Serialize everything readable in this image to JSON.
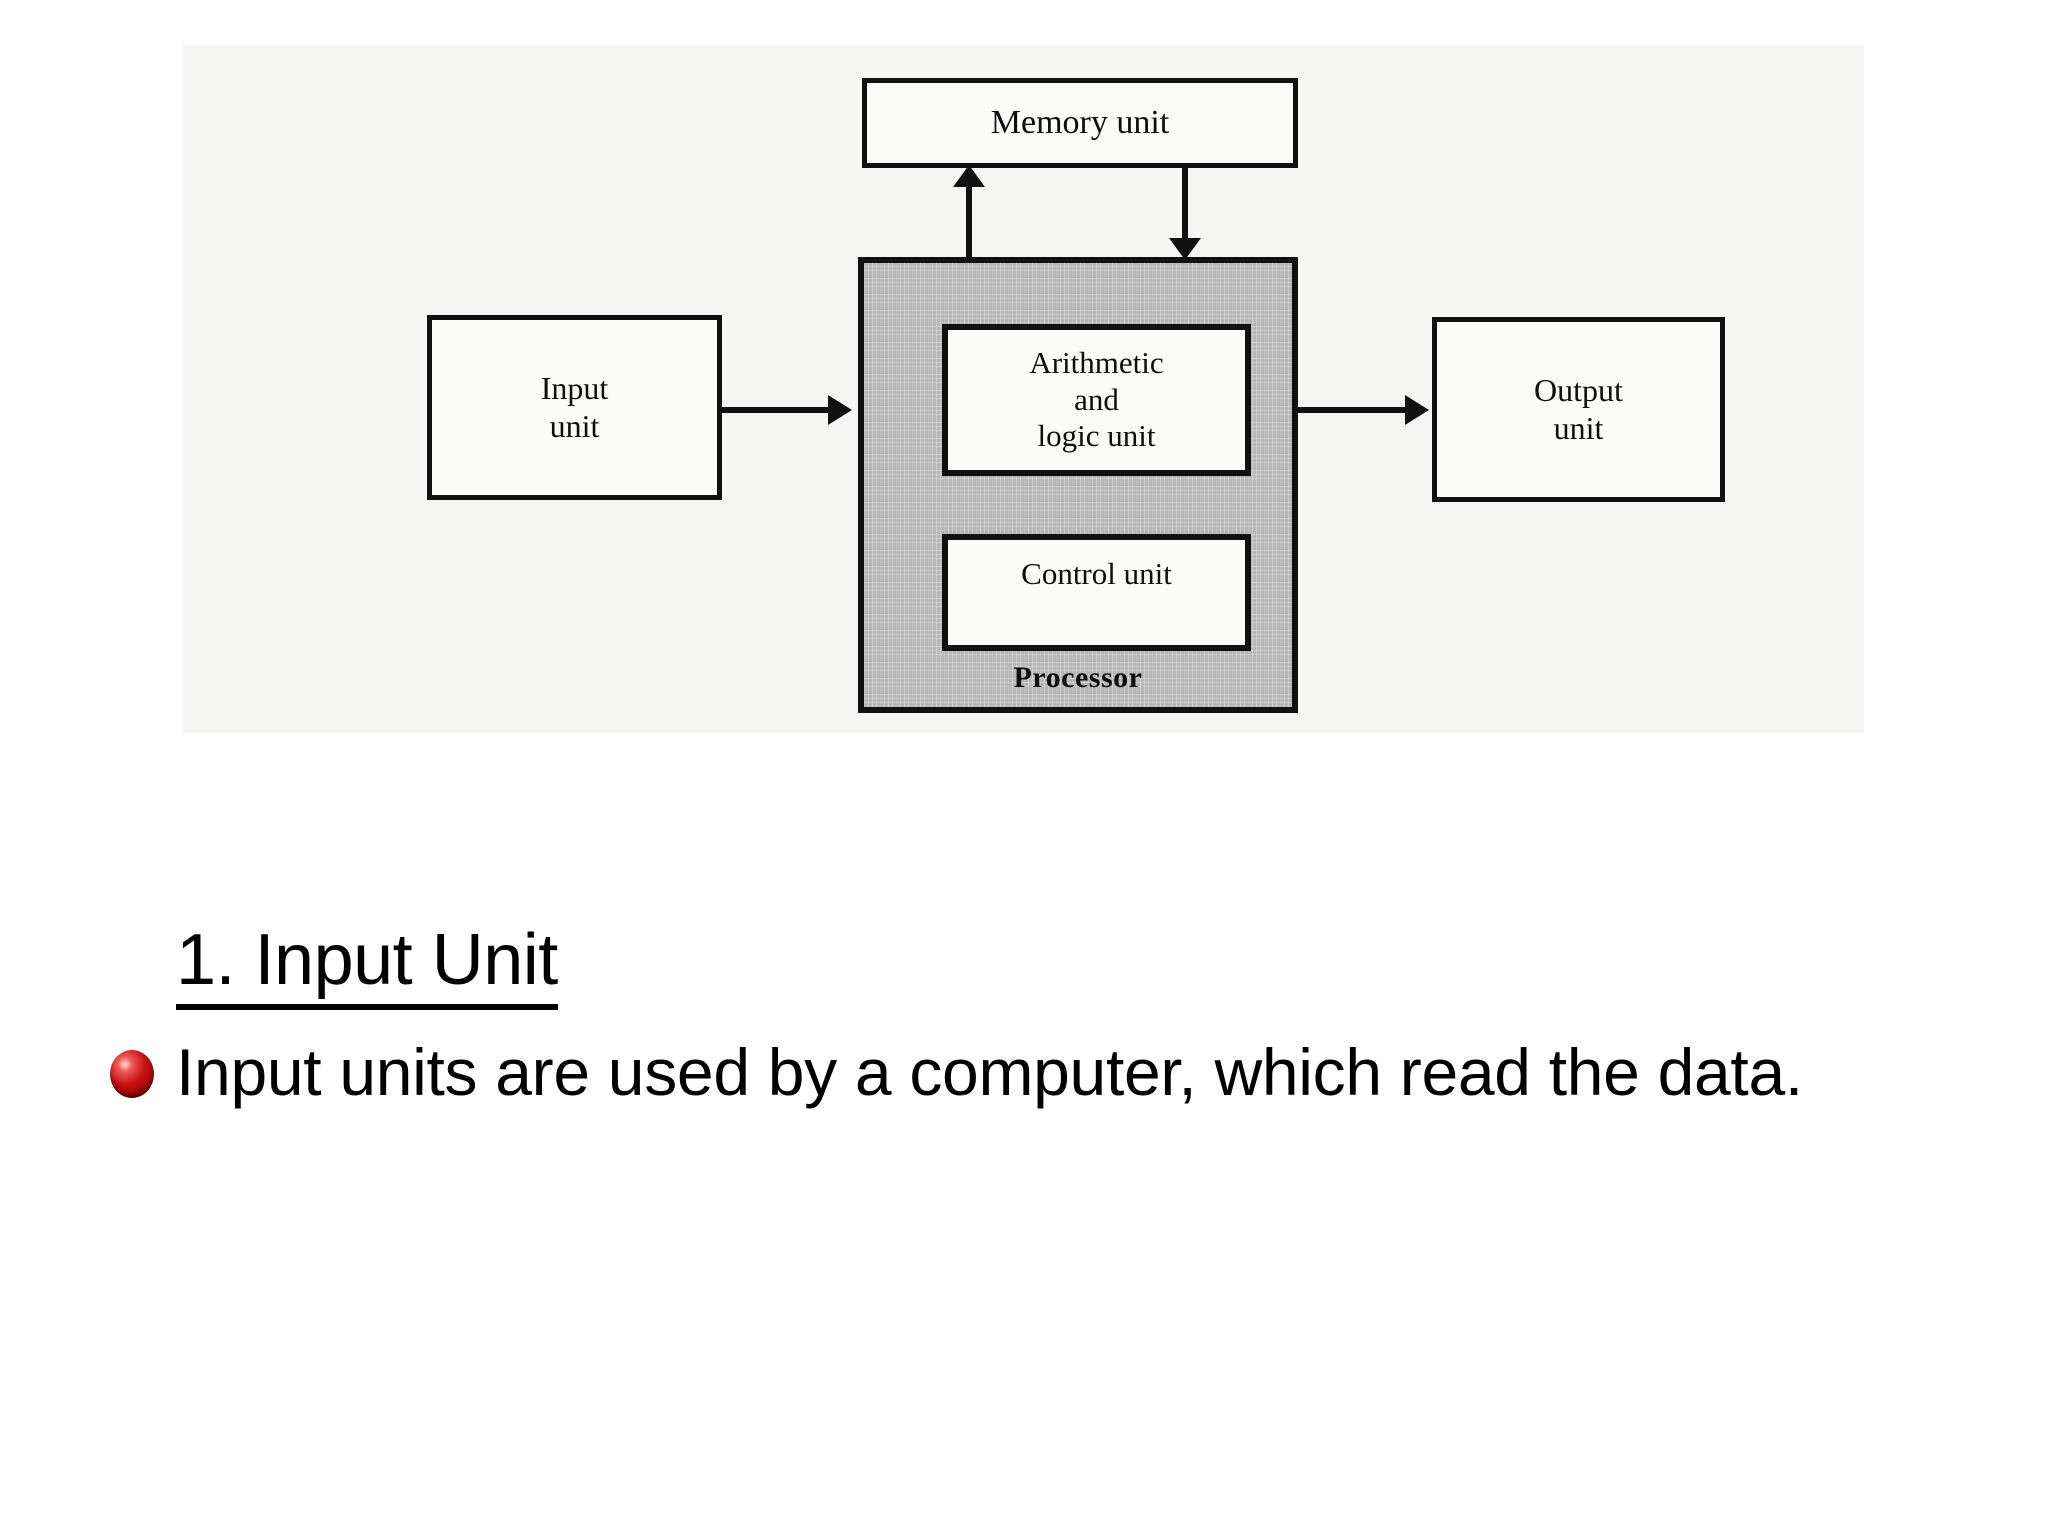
{
  "slide": {
    "background_color": "#ffffff"
  },
  "diagram": {
    "background_color": "#f5f5f4",
    "boxes": {
      "memory_unit": "Memory unit",
      "input_unit": "Input\nunit",
      "input_unit_line1": "Input",
      "input_unit_line2": "unit",
      "output_unit_line1": "Output",
      "output_unit_line2": "unit",
      "alu_line1": "Arithmetic",
      "alu_line2": "and",
      "alu_line3": "logic unit",
      "control_unit": "Control unit",
      "processor_label": "Processor"
    },
    "connectors": [
      {
        "name": "memory-to-processor",
        "direction": "down"
      },
      {
        "name": "processor-to-memory",
        "direction": "up"
      },
      {
        "name": "input-to-processor",
        "direction": "right"
      },
      {
        "name": "processor-to-output",
        "direction": "right"
      }
    ]
  },
  "content": {
    "heading": "1. Input Unit",
    "bullet_icon": "red-sphere-bullet-icon",
    "bullet_color": "#c8100f",
    "bullet_text": "Input units are used by a computer, which read the data."
  }
}
